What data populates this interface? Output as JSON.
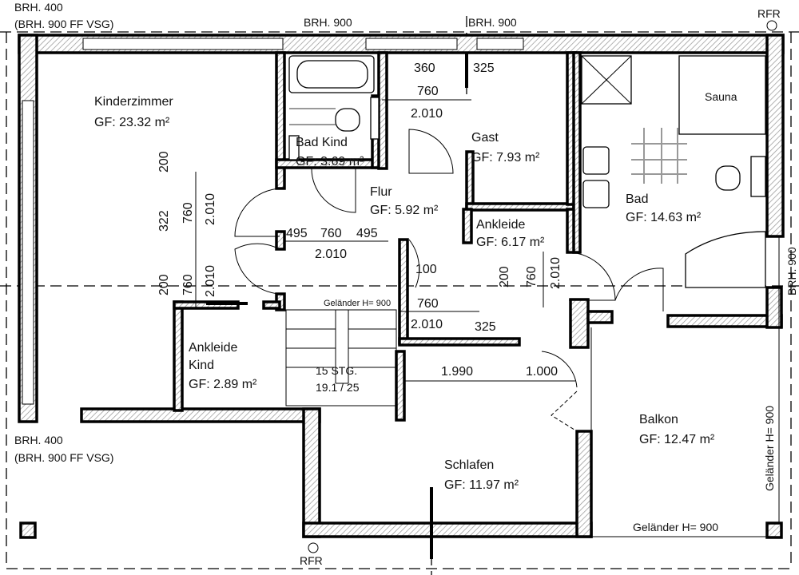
{
  "rooms": [
    {
      "name": "Kinderzimmer",
      "area": "GF: 23.32 m²"
    },
    {
      "name": "Bad Kind",
      "area": "GF: 3.69 m²"
    },
    {
      "name": "Gast",
      "area": "GF: 7.93 m²"
    },
    {
      "name": "Flur",
      "area": "GF: 5.92 m²"
    },
    {
      "name": "Ankleide",
      "area": "GF: 6.17 m²"
    },
    {
      "name": "Bad",
      "area": "GF: 14.63 m²"
    },
    {
      "name": "Schlafen",
      "area": "GF: 11.97 m²"
    },
    {
      "name": "Balkon",
      "area": "GF: 12.47 m²"
    }
  ],
  "ankleide_kind": {
    "line1": "Ankleide",
    "line2": "Kind",
    "area": "GF: 2.89 m²"
  },
  "sauna": "Sauna",
  "notes": {
    "brh_top_left_1": "BRH. 400",
    "brh_top_left_2": "(BRH. 900 FF VSG)",
    "brh_top_mid": "BRH. 900",
    "brh_top_right": "BRH. 900",
    "rfr_top": "RFR",
    "brh_right": "BRH. 900",
    "brh_bottom_left_1": "BRH. 400",
    "brh_bottom_left_2": "(BRH. 900 FF VSG)",
    "rfr_bottom": "RFR",
    "gelaender_stair": "Geländer H= 900",
    "gelaender_right": "Geländer H= 900",
    "gelaender_bottom": "Geländer H= 900",
    "stairs_steps": "15 STG.",
    "stairs_ratio": "19.1 / 25"
  },
  "dimensions": [
    "360",
    "325",
    "760",
    "2.010",
    "495",
    "760",
    "495",
    "2.010",
    "100",
    "760",
    "2.010",
    "325",
    "1.990",
    "1.000",
    "200",
    "322",
    "760",
    "2.010",
    "200",
    "760",
    "2.010",
    "200",
    "760",
    "2.010"
  ]
}
